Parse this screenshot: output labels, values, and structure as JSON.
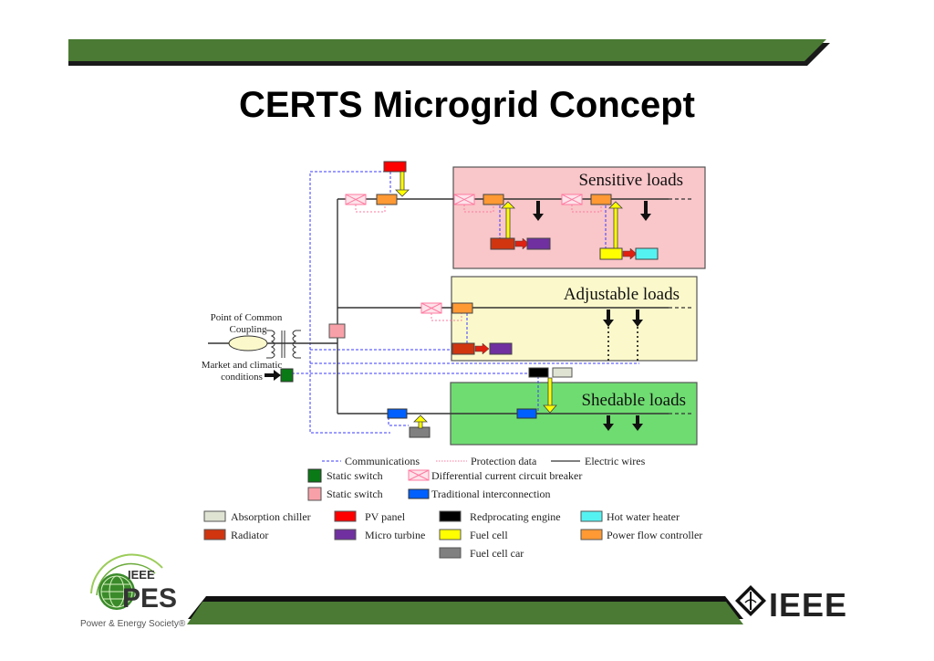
{
  "slide": {
    "title": "CERTS Microgrid Concept"
  },
  "diagram": {
    "zones": [
      {
        "id": "sensitive",
        "label": "Sensitive loads",
        "fill": "#f9c6c9"
      },
      {
        "id": "adjustable",
        "label": "Adjustable loads",
        "fill": "#fbf9cb"
      },
      {
        "id": "shedable",
        "label": "Shedable loads",
        "fill": "#6fdc72"
      }
    ],
    "external": {
      "pcc_label_line1": "Point of Common",
      "pcc_label_line2": "Coupling",
      "market_label_line1": "Market and climatic",
      "market_label_line2": "conditions"
    },
    "line_legend": [
      {
        "label": "Communications",
        "style": "dashed",
        "color": "#3b3bff"
      },
      {
        "label": "Protection data",
        "style": "dotted",
        "color": "#ff7aa0"
      },
      {
        "label": "Electric wires",
        "style": "solid",
        "color": "#333333"
      }
    ],
    "symbol_legend": [
      {
        "label": "Static switch",
        "color": "#0a7a16",
        "shape": "box"
      },
      {
        "label": "Differential current circuit breaker",
        "color": "#ff7aa0",
        "shape": "breaker"
      },
      {
        "label": "Static switch",
        "color": "#f8a0a8",
        "shape": "box"
      },
      {
        "label": "Traditional interconnection",
        "color": "#0060ff",
        "shape": "box"
      }
    ],
    "component_legend": [
      {
        "label": "Absorption chiller",
        "color": "#dfe3d2"
      },
      {
        "label": "Radiator",
        "color": "#d03510"
      },
      {
        "label": "PV panel",
        "color": "#ff0000"
      },
      {
        "label": "Micro turbine",
        "color": "#7030a0"
      },
      {
        "label": "Redprocating engine",
        "color": "#000000"
      },
      {
        "label": "Fuel cell",
        "color": "#ffff00"
      },
      {
        "label": "Fuel cell car",
        "color": "#808080"
      },
      {
        "label": "Hot water heater",
        "color": "#55f2f2"
      },
      {
        "label": "Power flow controller",
        "color": "#ff9933"
      }
    ]
  },
  "branding": {
    "accent_green": "#4a7a33",
    "pes_small": "IEEE",
    "pes_big": "PES",
    "pes_tagline": "Power & Energy Society®",
    "ieee_wordmark": "IEEE"
  }
}
